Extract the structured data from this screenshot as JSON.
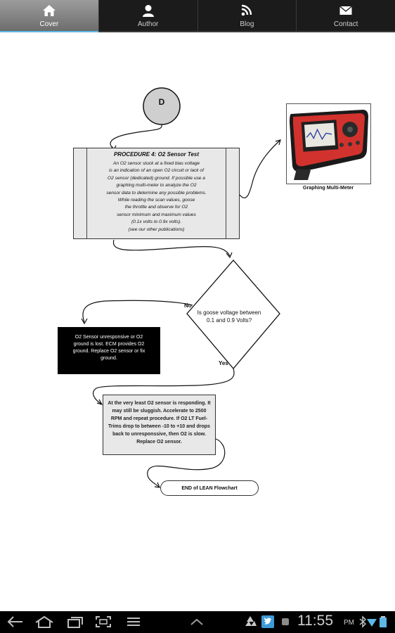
{
  "tabs": [
    {
      "label": "Cover",
      "icon": "home-icon",
      "active": true
    },
    {
      "label": "Author",
      "icon": "person-icon",
      "active": false
    },
    {
      "label": "Blog",
      "icon": "rss-icon",
      "active": false
    },
    {
      "label": "Contact",
      "icon": "envelope-icon",
      "active": false
    }
  ],
  "colors": {
    "accent": "#5cb8e6",
    "tab_active": "#8a8a8a",
    "bar_bg": "#1b1b1b"
  },
  "flowchart": {
    "start_connector": "D",
    "procedure": {
      "title": "PROCEDURE 4: O2 Sensor Test",
      "lines": [
        "An O2 sensor stuck at a fixed bias voltage",
        "is an indication of an open O2 circuit or lack of",
        "O2 sensor (dedicated) ground. If possible use a",
        "graphing multi-meter to analyze the O2",
        "sensor data to determine any possible problems.",
        "While reading the scan values, goose",
        "the throttle and observe for O2",
        "sensor minimum and maximum values",
        "(0.1x volts to 0.9x volts).",
        "(see our other publications)"
      ]
    },
    "image_caption": "Graphing Multi-Meter",
    "decision": "Is goose voltage between 0.1 and 0.9 Volts?",
    "label_no": "No",
    "label_yes": "Yes",
    "no_result": "O2 Sensor unresponsive or O2 ground is lost. ECM provides O2 ground. Replace O2 sensor or fix ground.",
    "yes_result": "At the very least O2 sensor is responding. It may still be sluggish. Accelerate to 2500 RPM and repeat procedure. If O2 LT Fuel-Trims drop to between -10 to +10 and drops back to unresponssive, then O2 is slow. Replace O2 sensor.",
    "end": "END of LEAN Flowchart"
  },
  "system_bar": {
    "time": "11:55",
    "ampm": "PM",
    "left_icons": [
      "back-icon",
      "home-icon",
      "recent-apps-icon",
      "screenshot-icon",
      "menu-icon",
      "up-arrow-icon"
    ],
    "right_icons": [
      "recycle-icon",
      "twitter-icon",
      "notification-icon",
      "bluetooth-icon",
      "wifi-icon",
      "battery-icon"
    ]
  }
}
